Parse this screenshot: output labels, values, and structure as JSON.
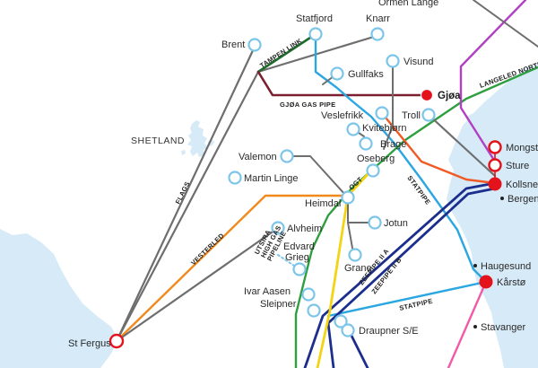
{
  "map": {
    "region_label": "SHETLAND",
    "fields": {
      "oseberg_lange": "Ormen Lange",
      "brent": "Brent",
      "statfjord": "Statfjord",
      "knarr": "Knarr",
      "gullfaks": "Gullfaks",
      "visund": "Visund",
      "gjoa": "Gjøa",
      "veslefrikk": "Veslefrikk",
      "troll": "Troll",
      "kvitebjorn": "Kvitebjørn",
      "brage": "Brage",
      "oseberg": "Oseberg",
      "valemon": "Valemon",
      "martin_linge": "Martin Linge",
      "heimdal": "Heimdal",
      "jotun": "Jotun",
      "alvheim": "Alvheim",
      "edvard_grieg": "Edvard\nGrieg",
      "grane": "Grane",
      "ivar_aasen": "Ivar Aasen",
      "sleipner": "Sleipner",
      "draupner": "Draupner S/E"
    },
    "terminals": {
      "st_fergus": "St Fergus",
      "mongstad": "Mongstad",
      "sture": "Sture",
      "kollsnes": "Kollsnes",
      "bergen": "Bergen",
      "haugesund": "Haugesund",
      "karsto": "Kårstø",
      "stavanger": "Stavanger"
    },
    "pipelines": {
      "tampen_link": "TAMPEN LINK",
      "gjoa_gas_pipe": "GJØA GAS PIPE",
      "langeled_north": "LANGELED NORTH",
      "flags": "FLAGS",
      "vesterled": "VESTERLED",
      "statpipe_north": "STATPIPE",
      "ogt": "OGT",
      "zeepipe_iia": "ZEEPIPE II A",
      "zeepipe_iib": "ZEEPIPE II B",
      "statpipe_south": "STATPIPE",
      "utsira": "UTSIRA\nHIGH GAS\nPIPELINE"
    },
    "colors": {
      "sea": "#ffffff",
      "land": "#d6eaf7",
      "station_ring": "#7cc5ea",
      "terminal_red": "#e3121b",
      "tampen_link": "#1e6b2d",
      "gjoa_gas_pipe": "#7a1f2e",
      "langeled": "#2e9e3e",
      "flags_gray": "#6e6e6e",
      "vesterled": "#f08a1c",
      "statpipe": "#2aa7e0",
      "zeepipe": "#1b2e8e",
      "ogt": "#f2d414",
      "orange_red": "#f05a24",
      "purple": "#b140c4",
      "pink": "#f05aa6"
    }
  }
}
